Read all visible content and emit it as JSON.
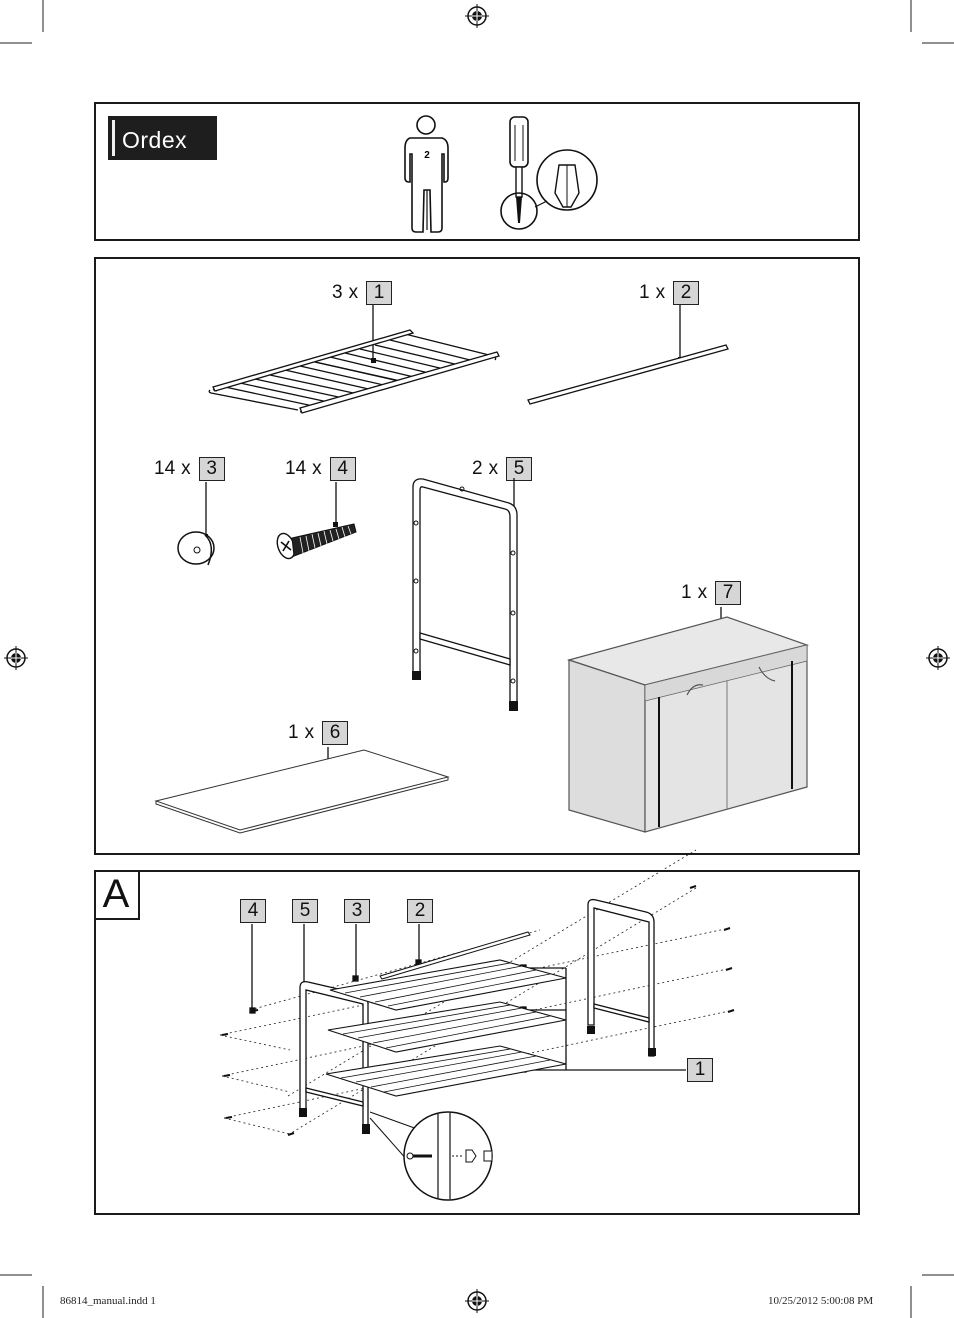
{
  "brand": {
    "logo_text": "Ordex"
  },
  "header": {
    "persons_count": "2"
  },
  "parts": [
    {
      "qty": "3",
      "x": "x",
      "num": "1"
    },
    {
      "qty": "1",
      "x": "x",
      "num": "2"
    },
    {
      "qty": "14",
      "x": "x",
      "num": "3"
    },
    {
      "qty": "14",
      "x": "x",
      "num": "4"
    },
    {
      "qty": "2",
      "x": "x",
      "num": "5"
    },
    {
      "qty": "1",
      "x": "x",
      "num": "7"
    },
    {
      "qty": "1",
      "x": "x",
      "num": "6"
    }
  ],
  "step": {
    "letter": "A",
    "callouts": [
      "4",
      "5",
      "3",
      "2",
      "1"
    ]
  },
  "footer": {
    "file": "86814_manual.indd   1",
    "timestamp": "10/25/2012   5:00:08 PM"
  }
}
